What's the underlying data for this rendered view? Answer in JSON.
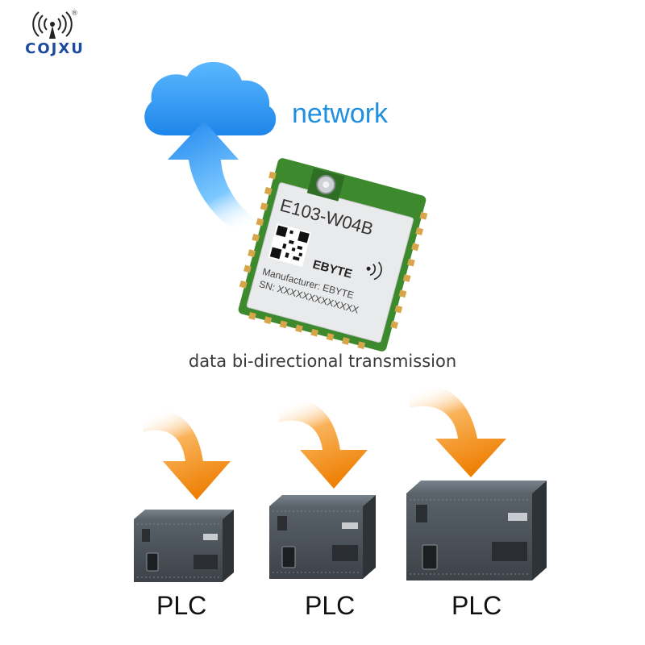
{
  "brand": {
    "name": "COJXU",
    "registered_mark": "®"
  },
  "cloud": {
    "label": "network"
  },
  "module": {
    "model": "E103-W04B",
    "manufacturer": "Manufacturer: EBYTE",
    "serial": "SN: XXXXXXXXXXXXX",
    "logo": "EBYTE"
  },
  "transmission": {
    "label": "data bi-directional transmission"
  },
  "plcs": [
    {
      "label": "PLC"
    },
    {
      "label": "PLC"
    },
    {
      "label": "PLC"
    }
  ],
  "colors": {
    "brand": "#1a4b9c",
    "cloud": "#3a9bf0",
    "network_text": "#1f8fe0",
    "arrow_orange": "#f08a10",
    "module_pcb": "#3d8a2e",
    "plc_body": "#4a5158"
  }
}
